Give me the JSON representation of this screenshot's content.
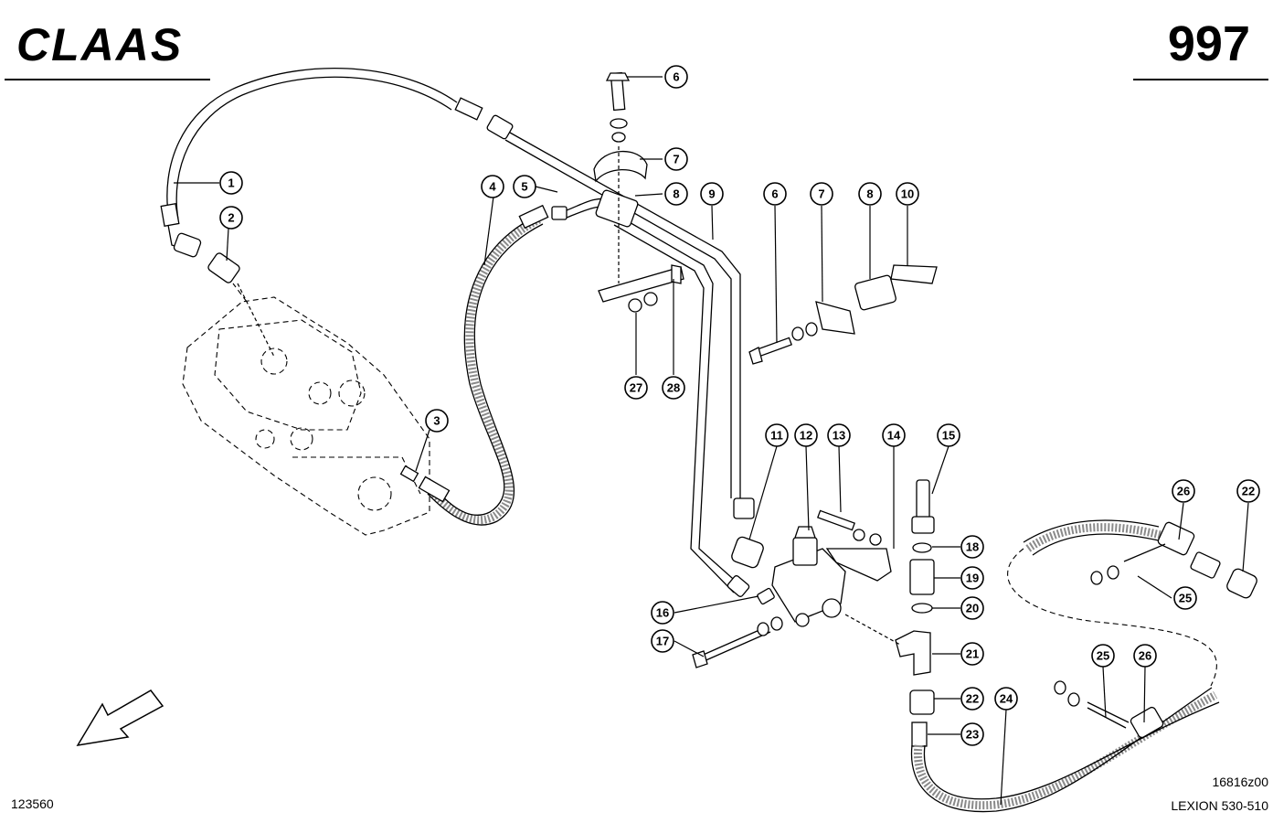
{
  "header": {
    "logo": "CLAAS",
    "page_number": "997"
  },
  "footer": {
    "left_code": "123560",
    "right_code": "16816z00",
    "model": "LEXION 530-510"
  },
  "colors": {
    "ink": "#000000",
    "paper": "#ffffff",
    "hose_shade": "#8a8a8a"
  },
  "callouts": [
    "1",
    "2",
    "3",
    "4",
    "5",
    "6",
    "7",
    "8",
    "9",
    "6",
    "7",
    "8",
    "10",
    "11",
    "12",
    "13",
    "14",
    "15",
    "18",
    "19",
    "20",
    "21",
    "22",
    "23",
    "24",
    "25",
    "26",
    "26",
    "22",
    "25",
    "16",
    "17",
    "27",
    "28"
  ]
}
